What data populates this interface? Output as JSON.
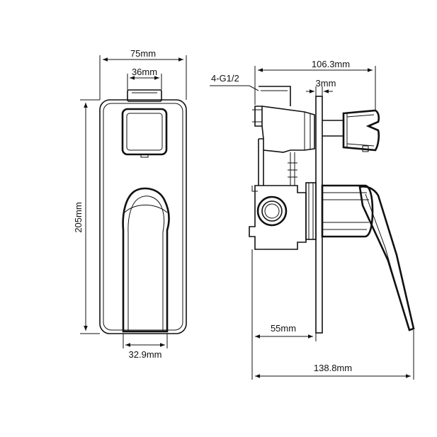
{
  "dimensions": {
    "front_width": "75mm",
    "front_button_width": "36mm",
    "front_height": "205mm",
    "front_lever_width": "32.9mm",
    "side_thread": "4-G1/2",
    "side_depth_total": "106.3mm",
    "side_plate_gap": "3mm",
    "side_body_depth": "55mm",
    "side_overall_depth": "138.8mm"
  },
  "colors": {
    "line": "#111111",
    "background": "#ffffff"
  }
}
